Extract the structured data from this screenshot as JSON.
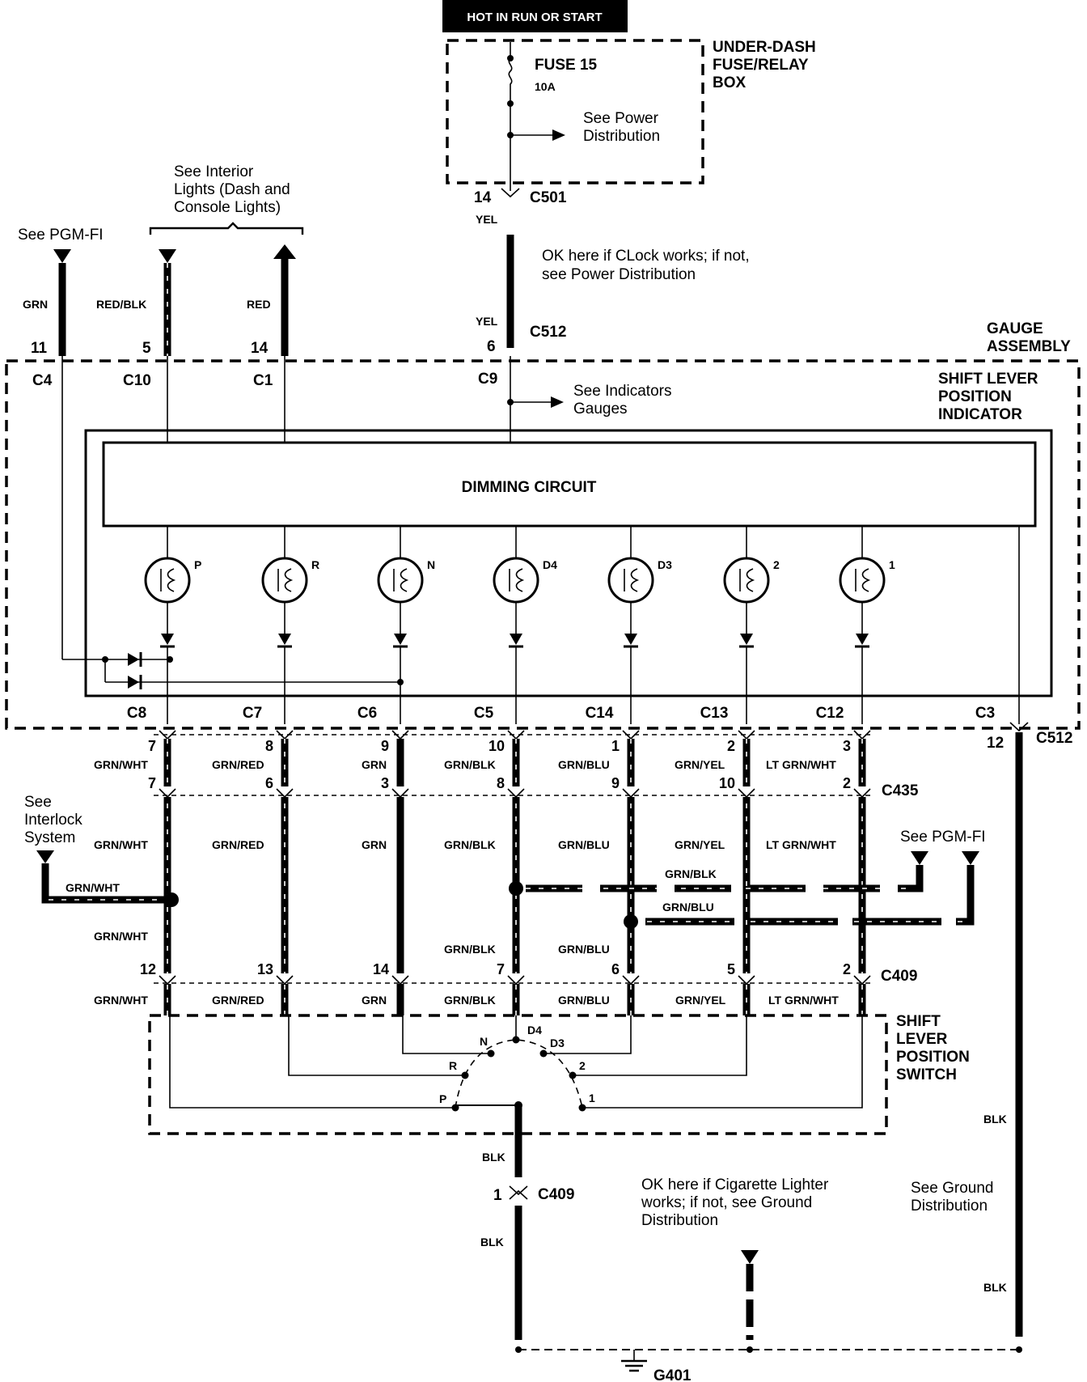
{
  "power": {
    "hot_label": "HOT IN RUN OR START",
    "fuse_box_label": [
      "UNDER-DASH",
      "FUSE/RELAY",
      "BOX"
    ],
    "fuse_name": "FUSE 15",
    "fuse_rating": "10A",
    "see_power": [
      "See Power",
      "Distribution"
    ]
  },
  "feed": {
    "c501_pin": "14",
    "c501_name": "C501",
    "wire_color_top": "YEL",
    "note": [
      "OK here if CLock works; if not,",
      "see Power Distribution"
    ],
    "wire_color_bottom": "YEL",
    "c512_pin": "6",
    "c512_name": "C512"
  },
  "upper_left": {
    "see_pgm": "See PGM-FI",
    "see_interior": [
      "See Interior",
      "Lights (Dash and",
      "Console Lights)"
    ],
    "wires": [
      {
        "color": "GRN",
        "pin": "11",
        "conn": "C4"
      },
      {
        "color": "RED/BLK",
        "pin": "5",
        "conn": "C10"
      },
      {
        "color": "RED",
        "pin": "14",
        "conn": "C1"
      }
    ],
    "c9": "C9",
    "see_indicators": [
      "See Indicators",
      "Gauges"
    ]
  },
  "gauge": {
    "title": [
      "GAUGE",
      "ASSEMBLY"
    ],
    "subtitle": [
      "SHIFT LEVER",
      "POSITION",
      "INDICATOR"
    ],
    "dimming": "DIMMING CIRCUIT",
    "bulbs": [
      "P",
      "R",
      "N",
      "D4",
      "D3",
      "2",
      "1"
    ],
    "bottom_conns": [
      "C8",
      "C7",
      "C6",
      "C5",
      "C14",
      "C13",
      "C12",
      "C3"
    ]
  },
  "columns": [
    {
      "pin_top": "7",
      "color": "GRN/WHT",
      "c435": "7",
      "c409": "12"
    },
    {
      "pin_top": "8",
      "color": "GRN/RED",
      "c435": "6",
      "c409": "13"
    },
    {
      "pin_top": "9",
      "color": "GRN",
      "c435": "3",
      "c409": "14"
    },
    {
      "pin_top": "10",
      "color": "GRN/BLK",
      "c435": "8",
      "c409": "7"
    },
    {
      "pin_top": "1",
      "color": "GRN/BLU",
      "c435": "9",
      "c409": "6"
    },
    {
      "pin_top": "2",
      "color": "GRN/YEL",
      "c435": "10",
      "c409": "5"
    },
    {
      "pin_top": "3",
      "color": "LT GRN/WHT",
      "c435": "2",
      "c409": "2"
    }
  ],
  "connectors": {
    "c435": "C435",
    "c409": "C409",
    "c512_right": "C512",
    "c512_right_pin": "12"
  },
  "middle": {
    "see_interlock": [
      "See",
      "Interlock",
      "System"
    ],
    "interlock_wire": "GRN/WHT",
    "grn_wht_lower": "GRN/WHT",
    "see_pgm_right": "See PGM-FI",
    "branch_blk": "GRN/BLK",
    "branch_blu": "GRN/BLU",
    "grn_blk_lower": "GRN/BLK",
    "grn_blu_lower": "GRN/BLU"
  },
  "switch": {
    "label": [
      "SHIFT",
      "LEVER",
      "POSITION",
      "SWITCH"
    ],
    "positions": [
      "P",
      "R",
      "N",
      "D4",
      "D3",
      "2",
      "1"
    ]
  },
  "ground": {
    "blk_a": "BLK",
    "c409_pin": "1",
    "c409_name": "C409",
    "blk_b": "BLK",
    "note": [
      "OK here if Cigarette Lighter",
      "works; if not, see Ground",
      "Distribution"
    ],
    "see_ground": [
      "See Ground",
      "Distribution"
    ],
    "blk_right_a": "BLK",
    "blk_right_b": "BLK",
    "g_name": "G401"
  }
}
